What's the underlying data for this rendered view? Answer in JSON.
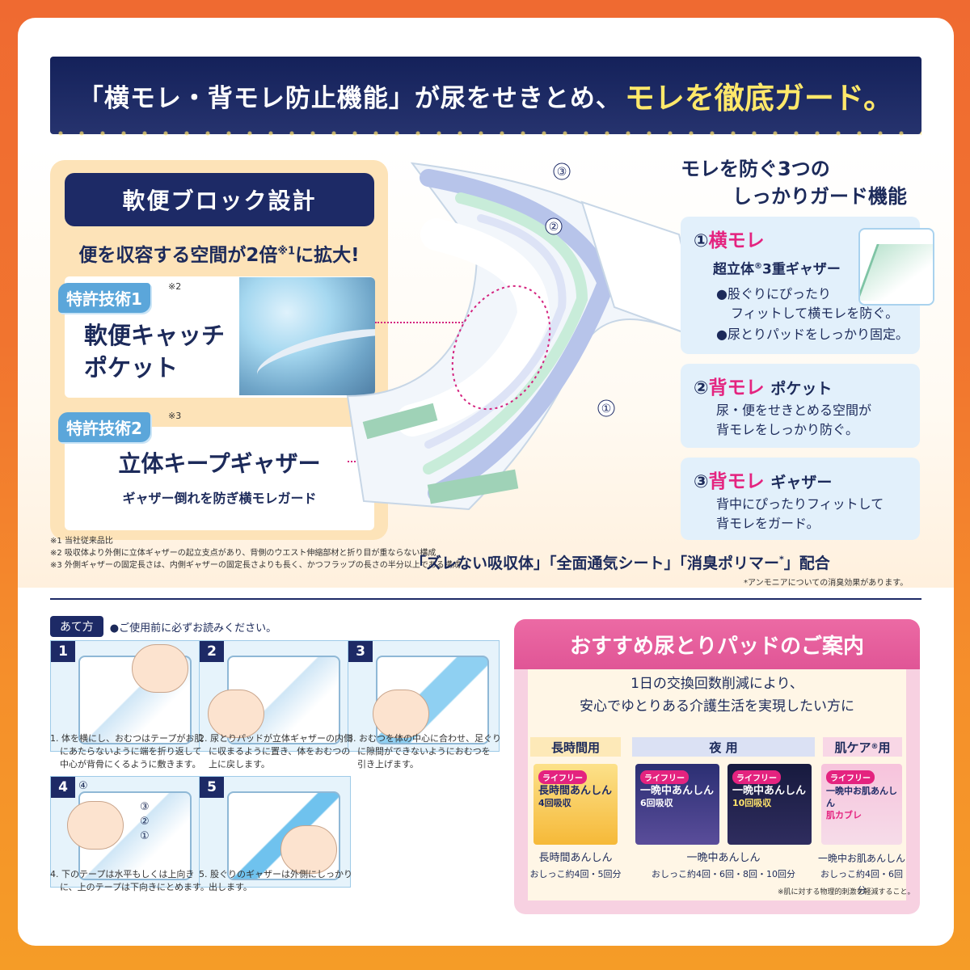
{
  "banner": {
    "part1": "「横モレ・背モレ防止機能」が尿をせきとめ、",
    "part2": "モレを徹底ガード。"
  },
  "left": {
    "header": "軟便ブロック設計",
    "subtitle_a": "便を収容する空間が2倍",
    "subtitle_sup": "※1",
    "subtitle_b": "に拡大!",
    "patent1": {
      "tag": "特許技術1",
      "note": "※2",
      "line1": "軟便キャッチ",
      "line2": "ポケット"
    },
    "patent2": {
      "tag": "特許技術2",
      "note": "※3",
      "title": "立体キープギャザー",
      "desc": "ギャザー倒れを防ぎ横モレガード"
    }
  },
  "notes": [
    "※1 当社従来品比",
    "※2 吸収体より外側に立体ギャザーの起立支点があり、背側のウエスト伸縮部材と折り目が重ならない構成",
    "※3 外側ギャザーの固定長さは、内側ギャザーの固定長さよりも長く、かつフラップの長さの半分以上である構成"
  ],
  "diagram": {
    "c1": "①",
    "c2": "②",
    "c3": "③"
  },
  "right": {
    "title_l1": "モレを防ぐ3つの",
    "title_l2": "しっかりガード機能",
    "f1": {
      "num": "①",
      "accent": "横モレ",
      "sub_a": "超立体",
      "sub_reg": "®",
      "sub_b": "3重ギャザー",
      "b1a": "●股ぐりにぴったり",
      "b1b": "フィットして横モレを防ぐ。",
      "b2": "●尿とりパッドをしっかり固定。"
    },
    "f2": {
      "num": "②",
      "accent": "背モレ",
      "tail": "ポケット",
      "l1": "尿・便をせきとめる空間が",
      "l2": "背モレをしっかり防ぐ。"
    },
    "f3": {
      "num": "③",
      "accent": "背モレ",
      "tail": "ギャザー",
      "l1": "背中にぴったりフィットして",
      "l2": "背モレをガード。"
    }
  },
  "feature": {
    "a": "「ズレない吸収体」「全面通気シート」「消臭ポリマー",
    "sup": "*",
    "b": "」配合",
    "note": "*アンモニアについての消臭効果があります。"
  },
  "usage": {
    "tag": "あて方",
    "note": "●ご使用前に必ずお読みください。",
    "steps": [
      {
        "num": "1",
        "l1": "1. 体を横にし、おむつはテープがお肌",
        "l2": "にあたらないように端を折り返して",
        "l3": "中心が背骨にくるように敷きます。"
      },
      {
        "num": "2",
        "l1": "2. 尿とりパッドが立体ギャザーの内側",
        "l2": "に収まるように置き、体をおむつの",
        "l3": "上に戻します。"
      },
      {
        "num": "3",
        "l1": "3. おむつを体の中心に合わせ、足ぐり",
        "l2": "に隙間ができないようにおむつを",
        "l3": "引き上げます。"
      },
      {
        "num": "4",
        "l1": "4. 下のテープは水平もしくは上向き",
        "l2": "に、上のテープは下向きにとめます。",
        "l3": ""
      },
      {
        "num": "5",
        "l1": "5. 股ぐりのギャザーは外側にしっかり",
        "l2": "出します。",
        "l3": ""
      }
    ],
    "s4labels": {
      "a": "④",
      "b": "③",
      "c": "②",
      "d": "①"
    }
  },
  "recommend": {
    "header": "おすすめ尿とりパッドのご案内",
    "l1": "1日の交換回数削減により、",
    "l2": "安心でゆとりある介護生活を実現したい方に",
    "cat1": "長時間用",
    "cat2": "夜 用",
    "cat3a": "肌ケア",
    "cat3b": "用",
    "brand": "ライフリー",
    "p1": {
      "l1": "長時間あんしん",
      "l2": "4回吸収"
    },
    "p2": {
      "l1": "一晩中あんしん",
      "l2": "6回吸収"
    },
    "p3": {
      "l1": "一晩中あんしん",
      "l2": "10回吸収"
    },
    "p4": {
      "l1": "一晩中お肌あんしん",
      "l2": "肌カブレ"
    },
    "cap1a": "長時間あんしん",
    "cap1b": "おしっこ約4回・5回分",
    "cap2a": "一晩中あんしん",
    "cap2b": "おしっこ約4回・6回・8回・10回分",
    "cap3a": "一晩中お肌あんしん",
    "cap3b": "おしっこ約4回・6回分",
    "foot": "※肌に対する物理的刺激を軽減すること。"
  },
  "colors": {
    "navy": "#1d2a66",
    "pink": "#e4237f",
    "light_blue": "#e2f0fb",
    "peach": "#fde3b8",
    "orange": "#ef6a31"
  }
}
